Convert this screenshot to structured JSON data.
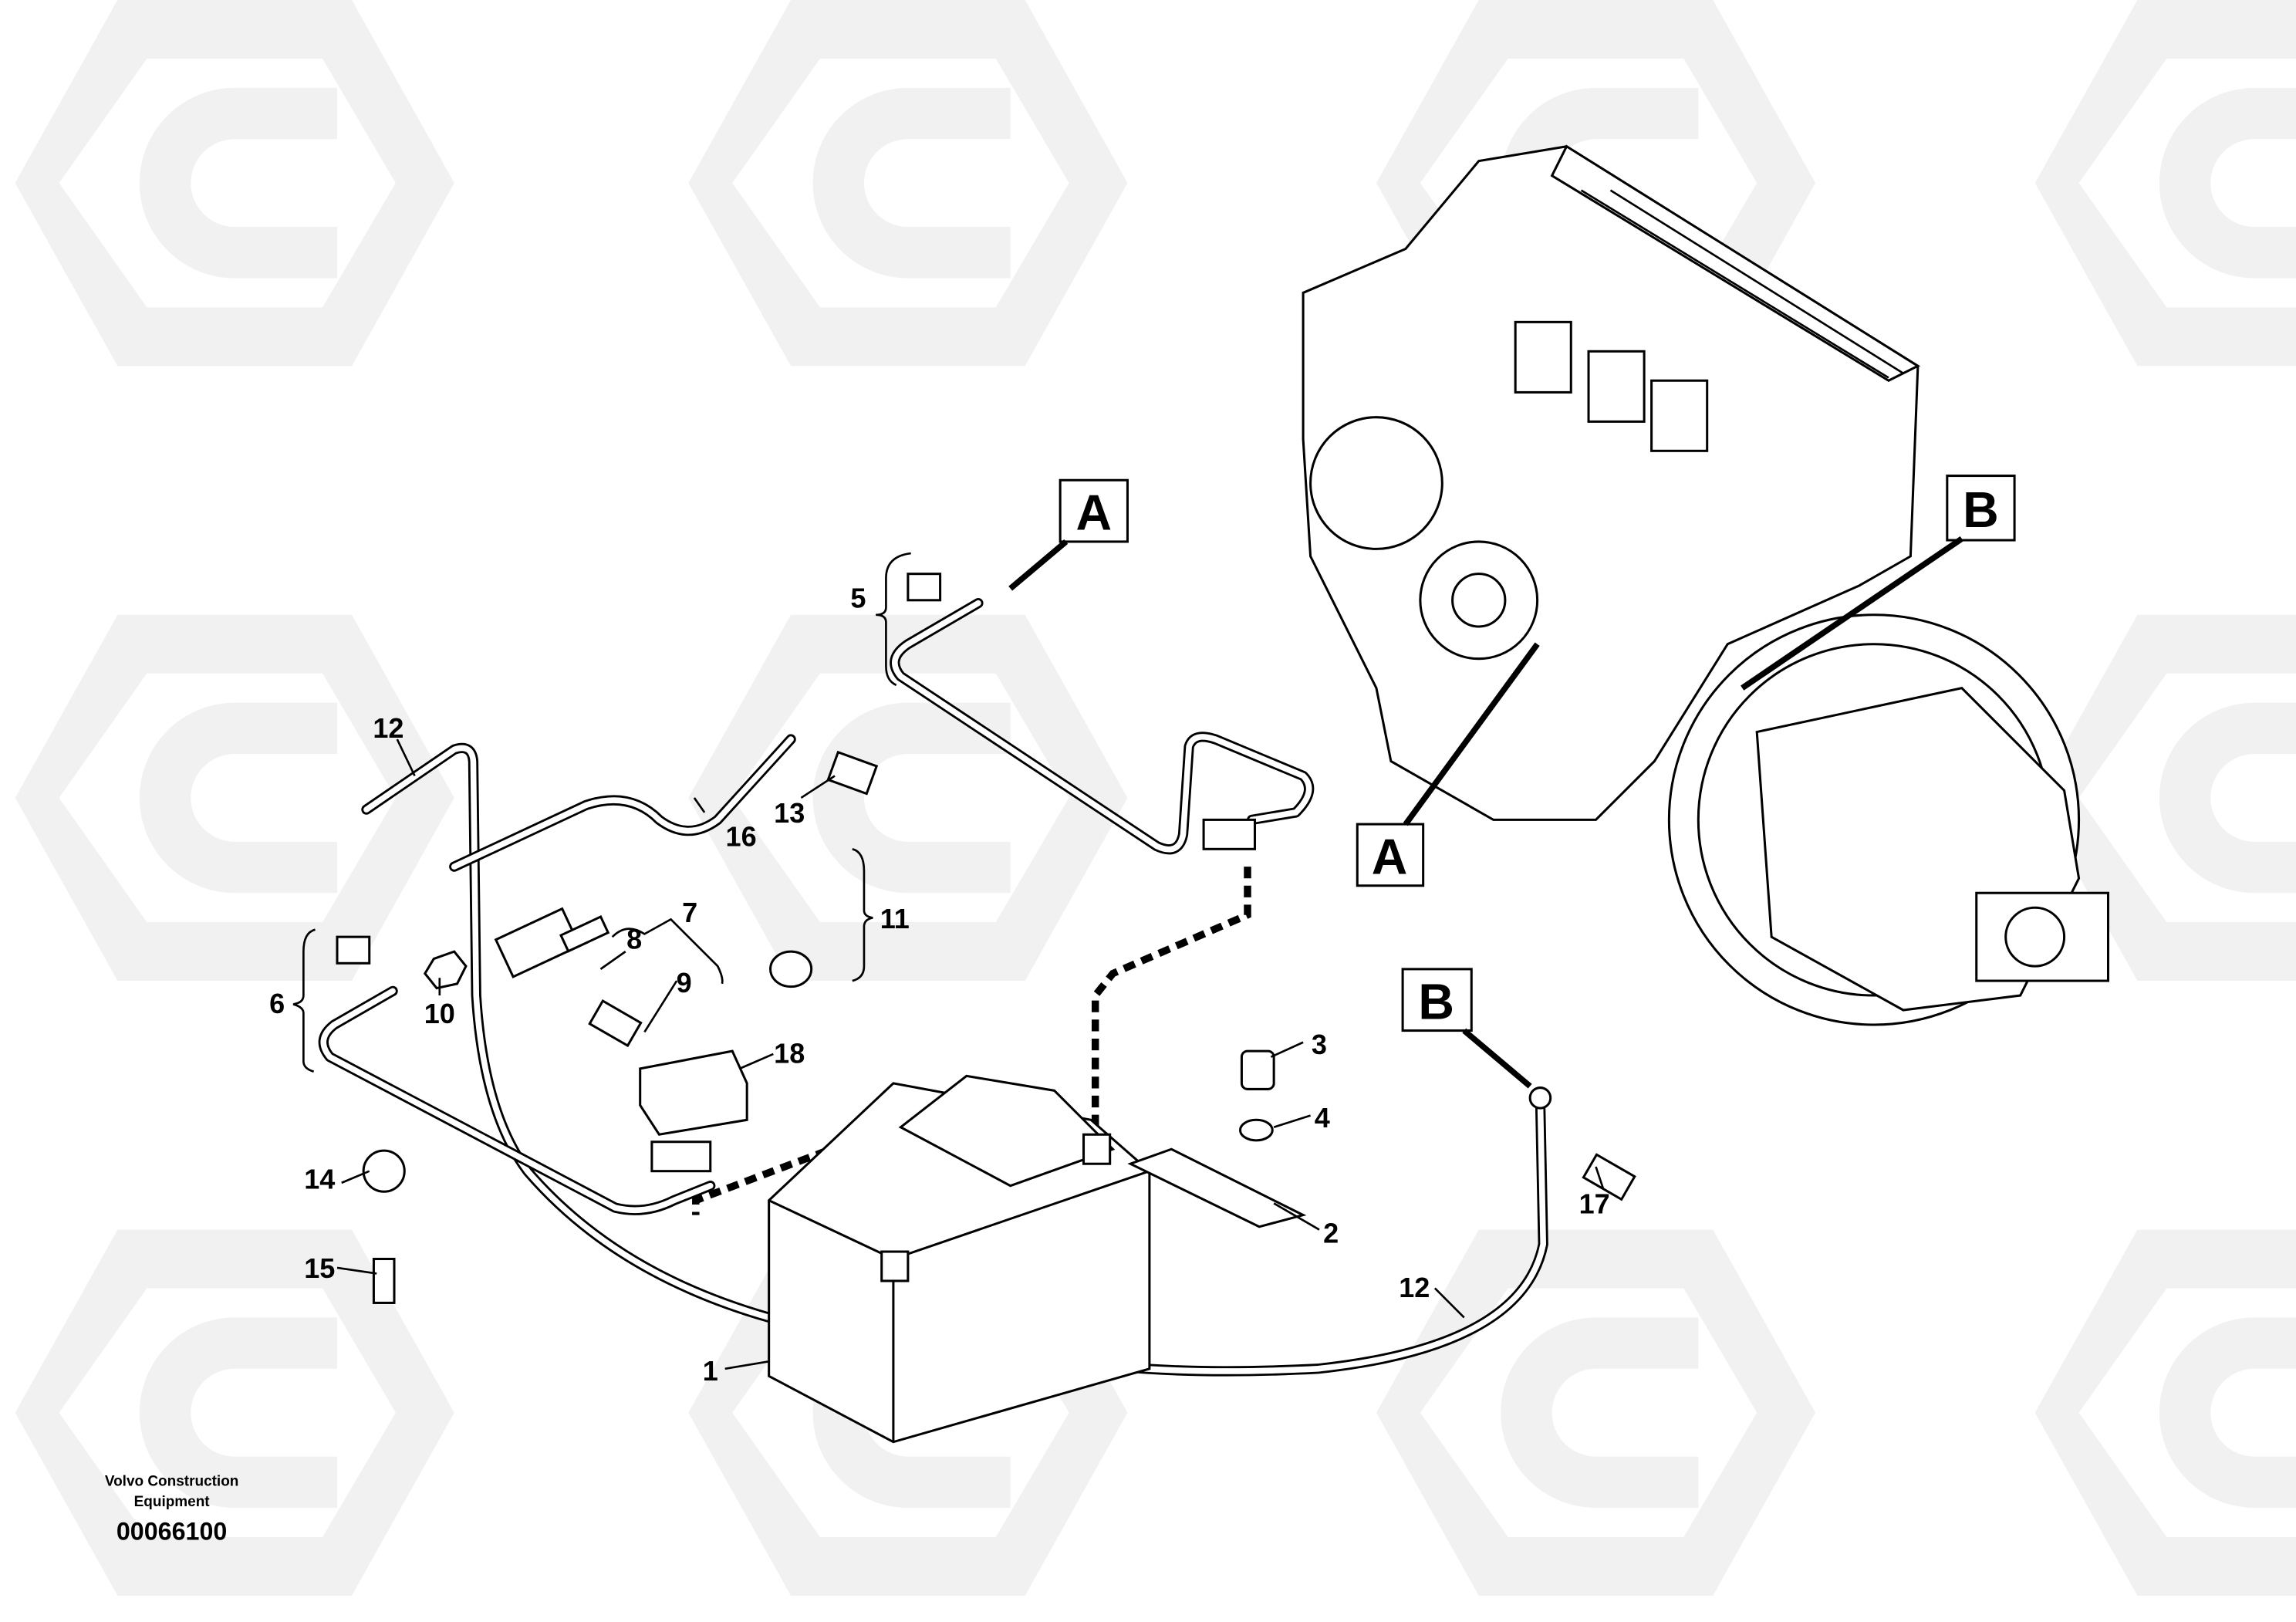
{
  "footer": {
    "company_line1": "Volvo Construction",
    "company_line2": "Equipment",
    "drawing_number": "00066100"
  },
  "callouts": {
    "ref_a": "A",
    "ref_b": "B",
    "items": [
      "1",
      "2",
      "3",
      "4",
      "5",
      "6",
      "7",
      "8",
      "9",
      "10",
      "11",
      "12",
      "13",
      "14",
      "15",
      "16",
      "17",
      "18"
    ],
    "item_12_second": "12"
  },
  "colors": {
    "line": "#000000",
    "watermark": "#f1f1f1",
    "background": "#ffffff"
  }
}
